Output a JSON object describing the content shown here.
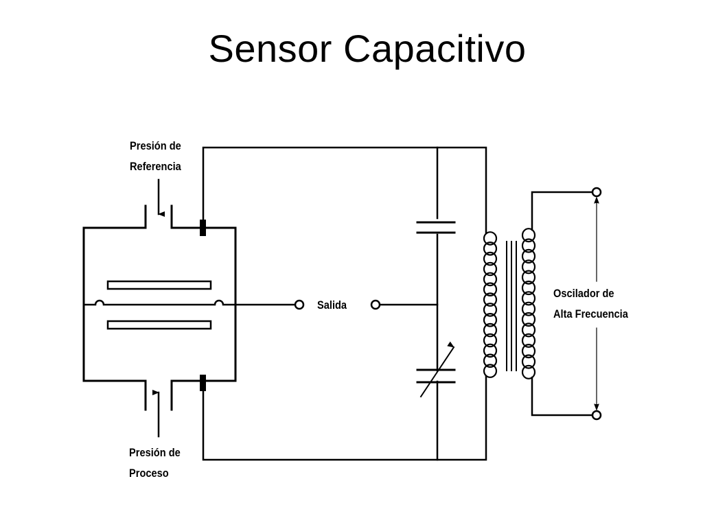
{
  "title": "Sensor Capacitivo",
  "labels": {
    "reference_pressure": [
      "Presión de",
      "Referencia"
    ],
    "process_pressure": [
      "Presión de",
      "Proceso"
    ],
    "output": "Salida",
    "oscillator": [
      "Oscilador de",
      "Alta Frecuencia"
    ]
  }
}
